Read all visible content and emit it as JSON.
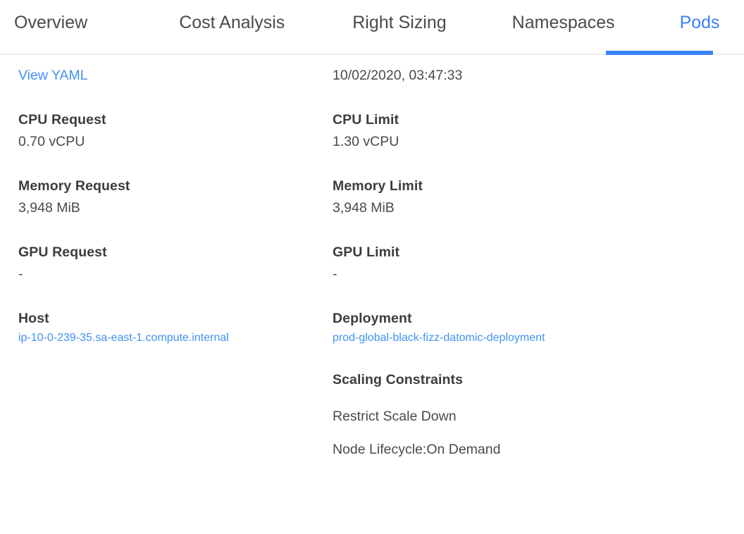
{
  "tabs": [
    {
      "label": "Overview",
      "active": false
    },
    {
      "label": "Cost Analysis",
      "active": false
    },
    {
      "label": "Right Sizing",
      "active": false
    },
    {
      "label": "Namespaces",
      "active": false
    },
    {
      "label": "Pods",
      "active": true
    }
  ],
  "colors": {
    "accent": "#3b82f5",
    "link": "#4391f5",
    "text": "#4a4a4a",
    "label": "#3c3c3c",
    "divider": "#eceded"
  },
  "details": {
    "left": {
      "view_yaml_link": "View YAML",
      "cpu_request_label": "CPU Request",
      "cpu_request_value": "0.70 vCPU",
      "memory_request_label": "Memory Request",
      "memory_request_value": "3,948 MiB",
      "gpu_request_label": "GPU Request",
      "gpu_request_value": "-",
      "host_label": "Host",
      "host_value": "ip-10-0-239-35.sa-east-1.compute.internal"
    },
    "right": {
      "timestamp": "10/02/2020, 03:47:33",
      "cpu_limit_label": "CPU Limit",
      "cpu_limit_value": "1.30 vCPU",
      "memory_limit_label": "Memory Limit",
      "memory_limit_value": "3,948 MiB",
      "gpu_limit_label": "GPU Limit",
      "gpu_limit_value": "-",
      "deployment_label": "Deployment",
      "deployment_value": "prod-global-black-fizz-datomic-deployment",
      "scaling_constraints_label": "Scaling Constraints",
      "scaling_constraints": [
        "Restrict Scale Down",
        "Node Lifecycle:On Demand"
      ]
    }
  }
}
